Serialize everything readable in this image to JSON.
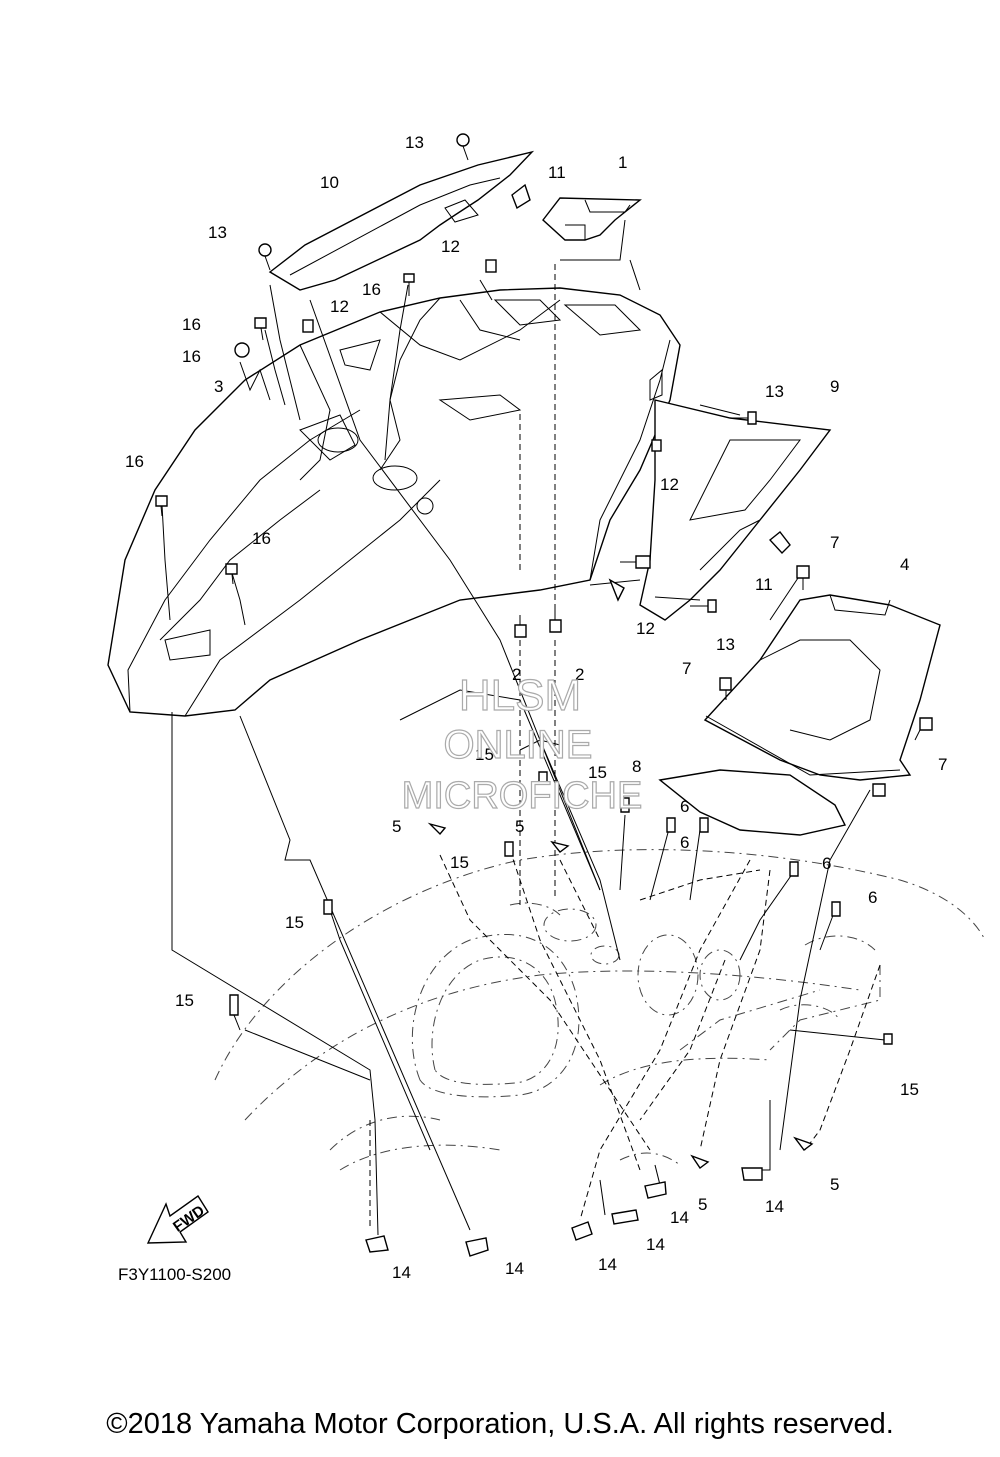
{
  "diagram_code": "F3Y1100-S200",
  "copyright": "©2018 Yamaha Motor Corporation, U.S.A. All rights reserved.",
  "watermark": {
    "line1": "HLSM",
    "line2": "ONLINE",
    "line3": "MICROFICHE"
  },
  "fwd_arrow_text": "FWD",
  "callouts": [
    "13",
    "10",
    "11",
    "1",
    "13",
    "12",
    "16",
    "12",
    "16",
    "16",
    "3",
    "16",
    "16",
    "13",
    "9",
    "12",
    "7",
    "11",
    "4",
    "12",
    "13",
    "2",
    "2",
    "7",
    "7",
    "15",
    "15",
    "8",
    "5",
    "5",
    "6",
    "6",
    "15",
    "6",
    "15",
    "6",
    "15",
    "15",
    "5",
    "14",
    "5",
    "14",
    "14",
    "14",
    "14",
    "14"
  ]
}
